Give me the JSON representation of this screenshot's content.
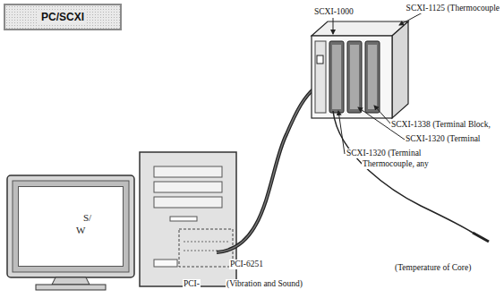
{
  "diagram": {
    "title": "PC/SCXI",
    "nodes": [
      {
        "text": [
          "PC/SCXI"
        ]
      },
      {
        "text": [
          "S/",
          "W"
        ]
      }
    ],
    "labels": [
      "SCXI-1125 (Thermocouple",
      "SCXI-1000",
      "SCXI-1338 (Terminal Block,",
      "SCXI-1320 (Terminal",
      "SCXI-1320 (Terminal",
      "Thermocouple, any",
      "(Temperature of Core)",
      "PCI-6251",
      "PCI-",
      "(Vibration and Sound)"
    ]
  }
}
